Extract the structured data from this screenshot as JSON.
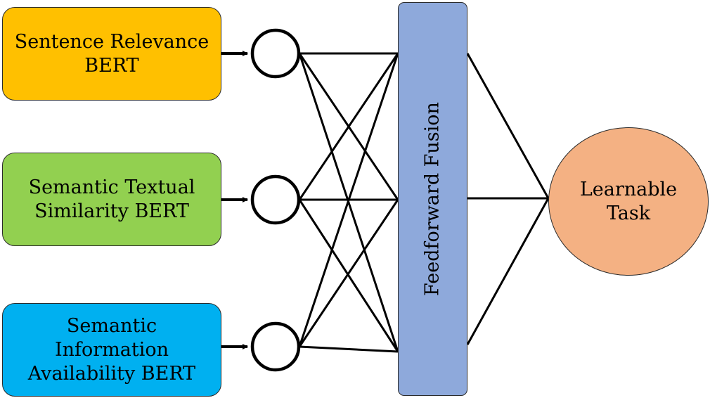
{
  "inputs": [
    {
      "lines": [
        "Sentence Relevance",
        "BERT"
      ],
      "color": "#FFC000"
    },
    {
      "lines": [
        "Semantic Textual",
        "Similarity BERT"
      ],
      "color": "#92D050"
    },
    {
      "lines": [
        "Semantic",
        "Information",
        "Availability BERT"
      ],
      "color": "#00B0F0"
    }
  ],
  "fusion": {
    "label": "Feedforward Fusion",
    "color": "#8EA9DB"
  },
  "output": {
    "lines": [
      "Learnable",
      "Task"
    ],
    "color": "#F4B183"
  }
}
